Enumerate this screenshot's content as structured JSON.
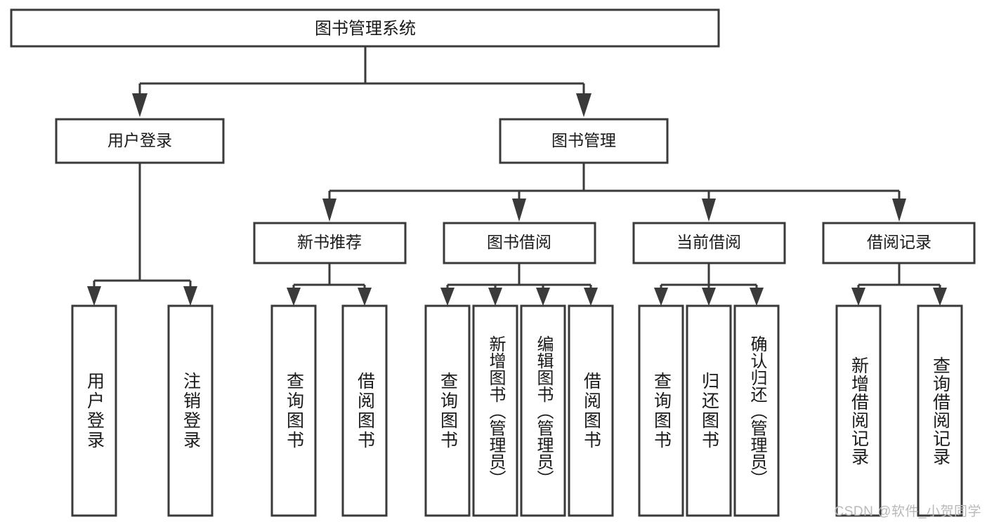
{
  "diagram": {
    "type": "tree-hierarchy",
    "title": "图书管理系统",
    "orientation": "top-down",
    "root": {
      "id": "root",
      "label": "图书管理系统"
    },
    "level2": [
      {
        "id": "user-login",
        "label": "用户登录"
      },
      {
        "id": "book-management",
        "label": "图书管理"
      }
    ],
    "level3": [
      {
        "id": "new-book-recommend",
        "label": "新书推荐",
        "parent": "book-management"
      },
      {
        "id": "book-borrow",
        "label": "图书借阅",
        "parent": "book-management"
      },
      {
        "id": "current-borrow",
        "label": "当前借阅",
        "parent": "book-management"
      },
      {
        "id": "borrow-record",
        "label": "借阅记录",
        "parent": "book-management"
      }
    ],
    "leaves": [
      {
        "id": "leaf-user-login",
        "label": "用户登录",
        "parent": "user-login"
      },
      {
        "id": "leaf-user-logout",
        "label": "注销登录",
        "parent": "user-login"
      },
      {
        "id": "leaf-query-book-1",
        "label": "查询图书",
        "parent": "new-book-recommend"
      },
      {
        "id": "leaf-borrow-book-1",
        "label": "借阅图书",
        "parent": "new-book-recommend"
      },
      {
        "id": "leaf-query-book-2",
        "label": "查询图书",
        "parent": "book-borrow"
      },
      {
        "id": "leaf-add-book",
        "label": "新增图书（管理员）",
        "parent": "book-borrow"
      },
      {
        "id": "leaf-edit-book",
        "label": "编辑图书（管理员）",
        "parent": "book-borrow"
      },
      {
        "id": "leaf-borrow-book-2",
        "label": "借阅图书",
        "parent": "book-borrow"
      },
      {
        "id": "leaf-query-book-3",
        "label": "查询图书",
        "parent": "current-borrow"
      },
      {
        "id": "leaf-return-book",
        "label": "归还图书",
        "parent": "current-borrow"
      },
      {
        "id": "leaf-confirm-return",
        "label": "确认归还（管理员）",
        "parent": "current-borrow"
      },
      {
        "id": "leaf-add-record",
        "label": "新增借阅记录",
        "parent": "borrow-record"
      },
      {
        "id": "leaf-query-record",
        "label": "查询借阅记录",
        "parent": "borrow-record"
      }
    ],
    "colors": {
      "stroke": "#3a3a3a",
      "fill": "#ffffff",
      "text": "#1a1a1a",
      "watermark": "#b9b9b9"
    }
  },
  "watermark": {
    "text": "CSDN @软件_小贺同学"
  }
}
